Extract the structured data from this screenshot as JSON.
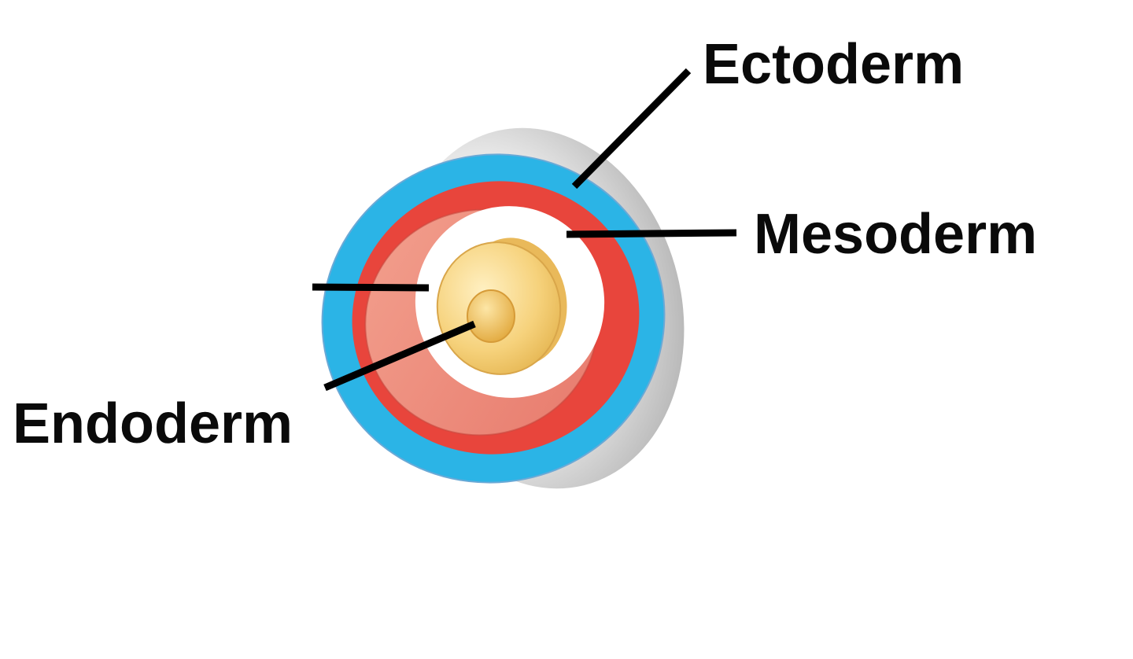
{
  "labels": {
    "ectoderm": "Ectoderm",
    "mesoderm": "Mesoderm",
    "endoderm": "Endoderm"
  },
  "colors": {
    "ectoderm": "#2bb4e6",
    "mesoderm": "#e8453c",
    "endoderm": "#f3cf73",
    "disc_side": "#c9c9c9",
    "leader_line": "#000000",
    "background": "#ffffff"
  }
}
